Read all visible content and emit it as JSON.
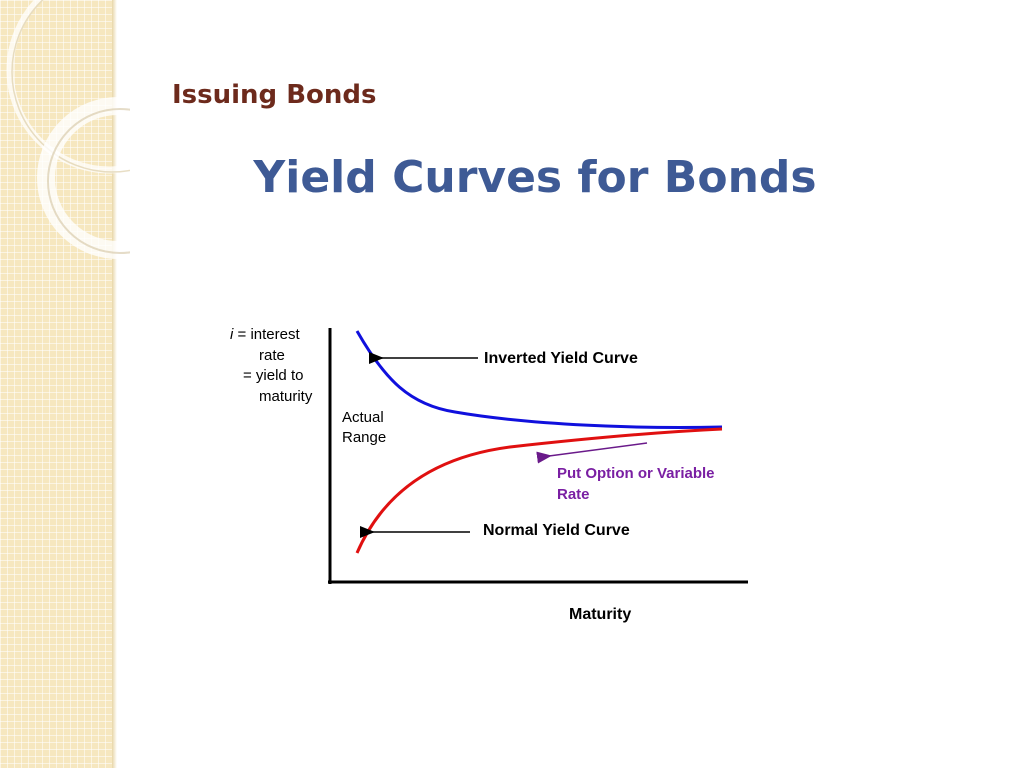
{
  "slide": {
    "subtitle": "Issuing Bonds",
    "title": "Yield Curves for Bonds"
  },
  "diagram": {
    "y_axis_label": {
      "line1_italic": "i",
      "line1_rest": " = interest",
      "line2": "rate",
      "line3": "= yield to",
      "line4": "maturity"
    },
    "x_axis_label": "Maturity",
    "actual_range_label": [
      "Actual",
      "Range"
    ],
    "inverted_curve_label": "Inverted Yield Curve",
    "normal_curve_label": "Normal Yield Curve",
    "put_option_label": [
      "Put Option or Variable",
      "Rate"
    ],
    "colors": {
      "inverted_curve": "#1010dd",
      "normal_curve": "#e01010",
      "put_option_arrow": "#6a1a8a",
      "axes": "#000000"
    }
  }
}
